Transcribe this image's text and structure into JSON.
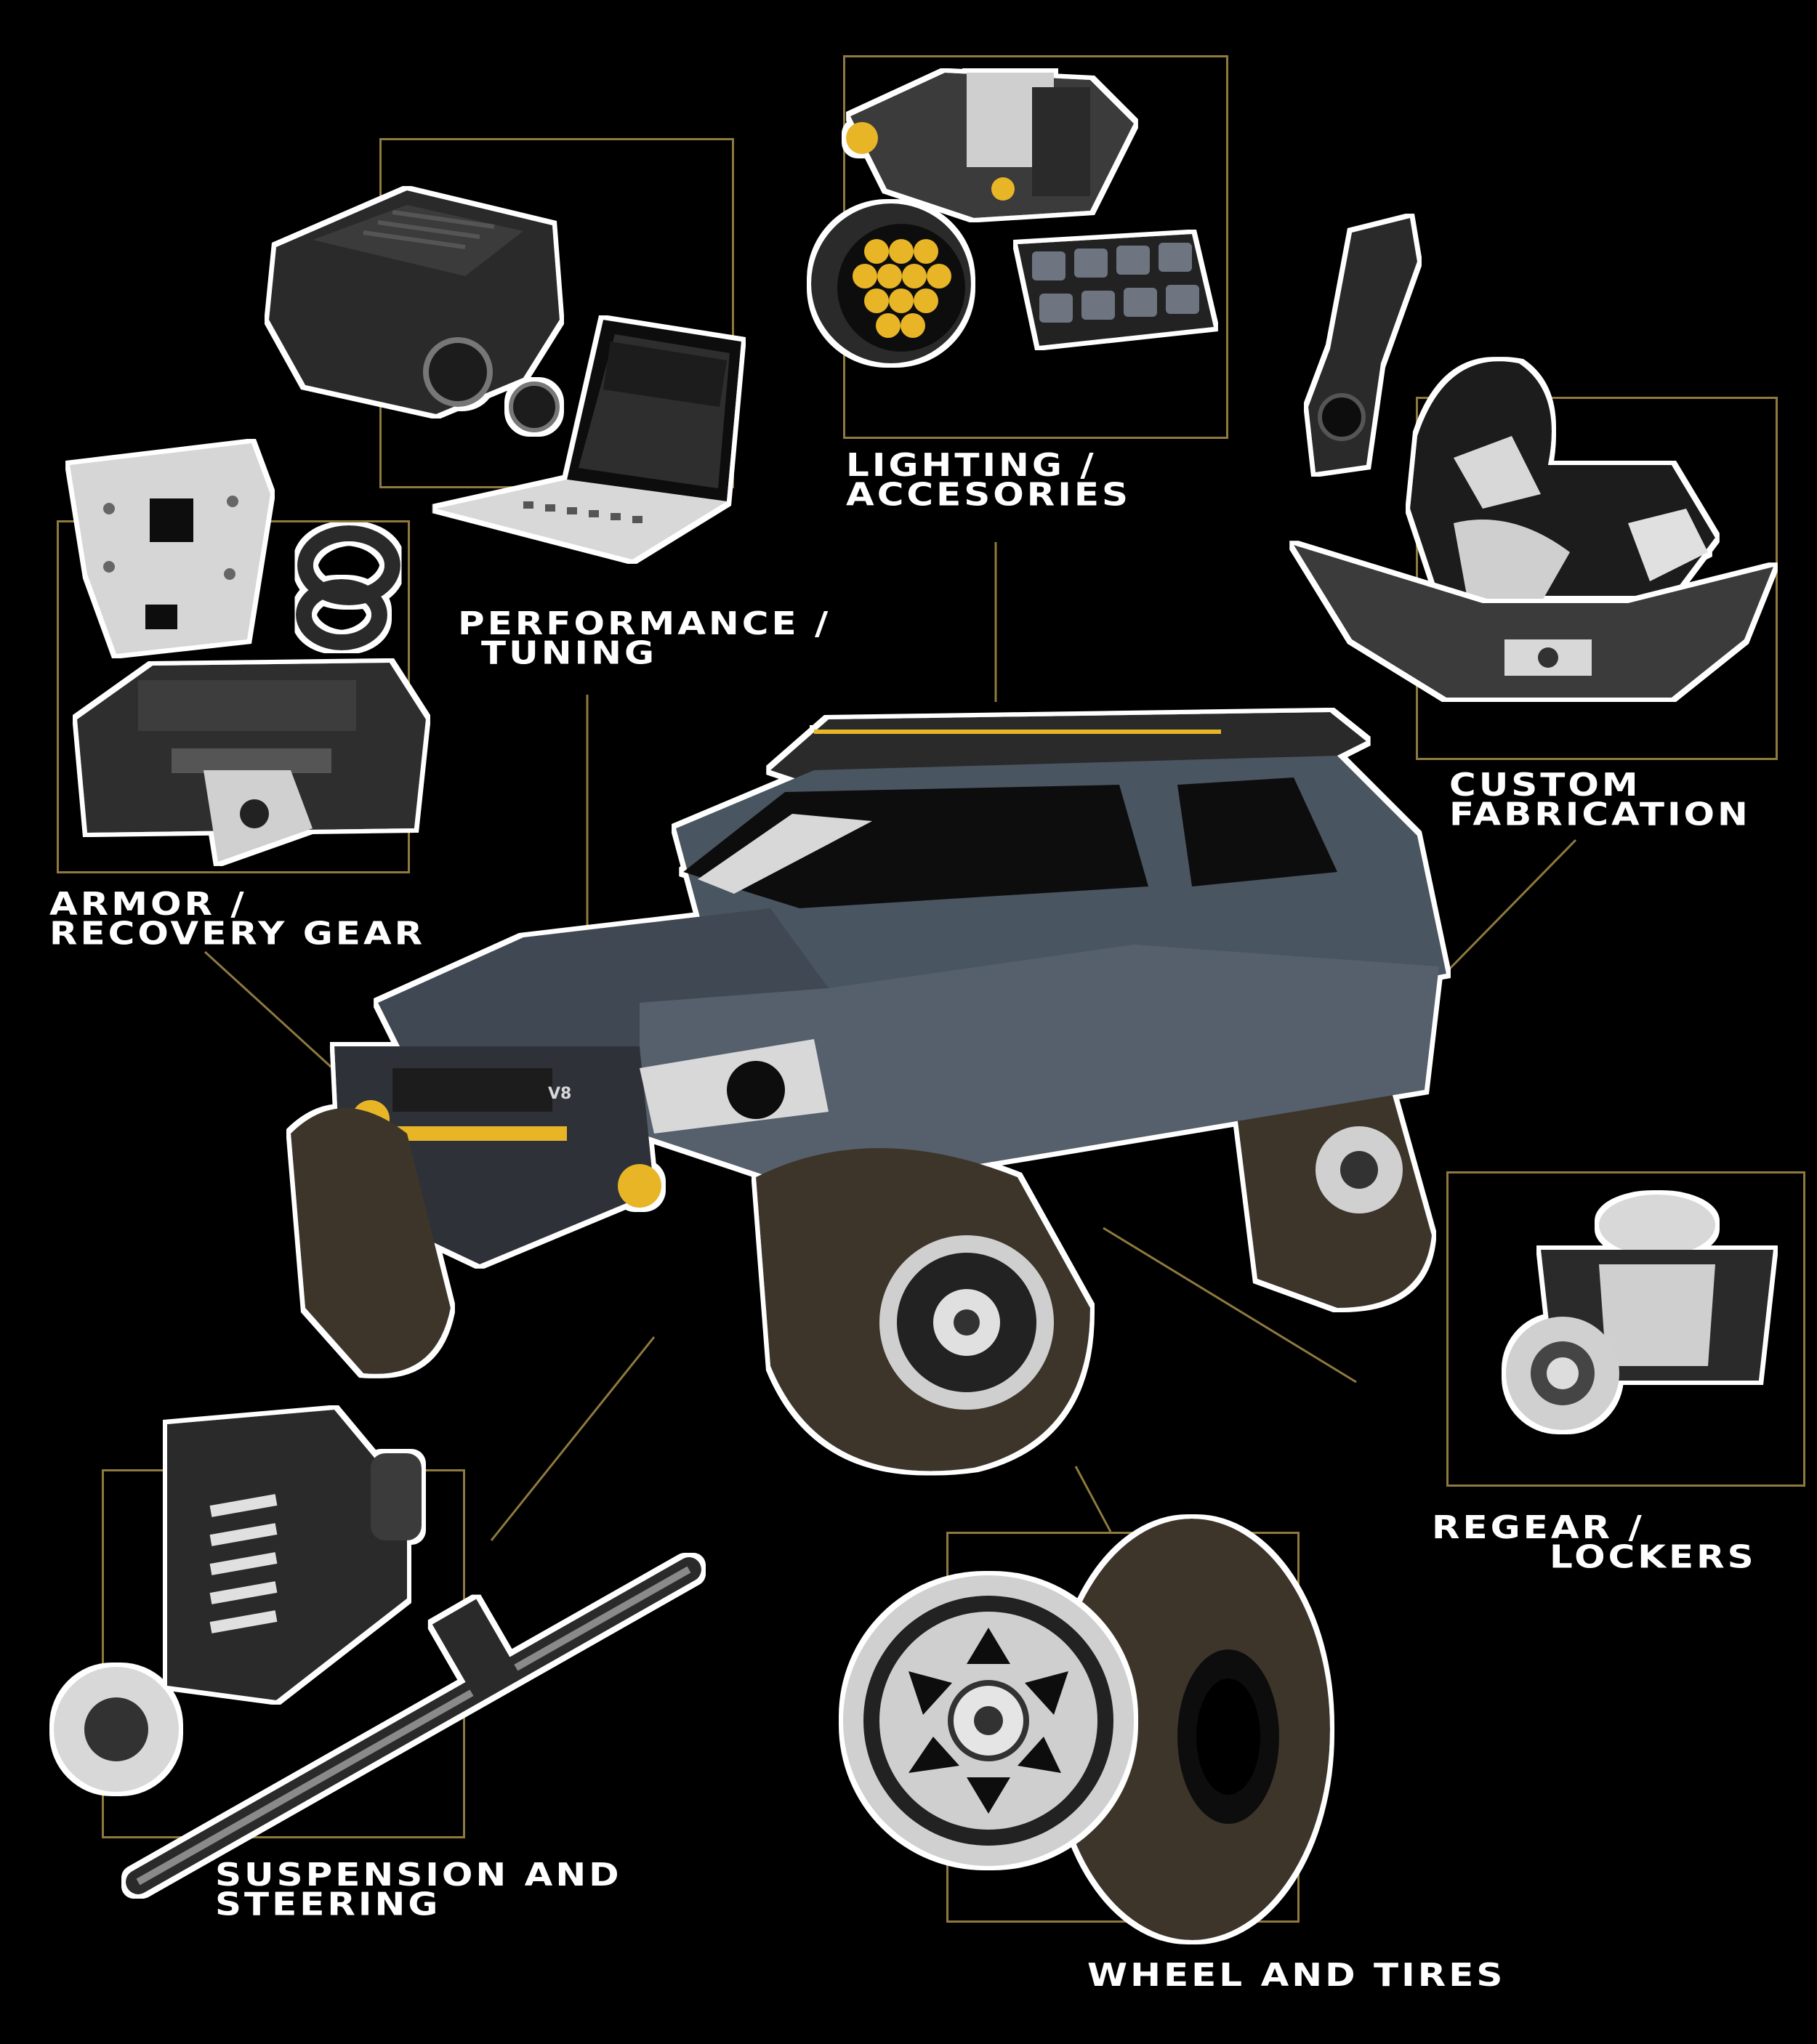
{
  "colors": {
    "background": "#000000",
    "gold_line": "#8f7a3e",
    "vehicle_body": "#4a5560",
    "tire": "#3c352c",
    "lights": "#e8b528",
    "outline": "#ffffff"
  },
  "labels": {
    "performance": {
      "line1": "PERFORMANCE /",
      "line2": "TUNING"
    },
    "lighting": {
      "line1": "LIGHTING /",
      "line2": "ACCESORIES"
    },
    "armor": {
      "line1": "ARMOR /",
      "line2": "RECOVERY GEAR"
    },
    "fabrication": {
      "line1": "CUSTOM",
      "line2": "FABRICATION"
    },
    "regear": {
      "line1": "REGEAR /",
      "line2": "LOCKERS"
    },
    "suspension": {
      "line1": "SUSPENSION AND",
      "line2": "STEERING"
    },
    "wheels": {
      "line1": "WHEEL AND TIRES"
    }
  },
  "vehicle": {
    "badge": "V8"
  },
  "icons": [
    "supercharger-icon",
    "laptop-icon",
    "winch-icon",
    "skid-plate-icon",
    "shackle-icon",
    "air-compressor-icon",
    "led-light-icon",
    "switch-panel-icon",
    "welder-icon",
    "steering-knuckle-icon",
    "bumper-icon",
    "differential-icon",
    "coilover-icon",
    "steering-rack-icon",
    "wheel-icon",
    "tire-icon",
    "suv-illustration"
  ]
}
